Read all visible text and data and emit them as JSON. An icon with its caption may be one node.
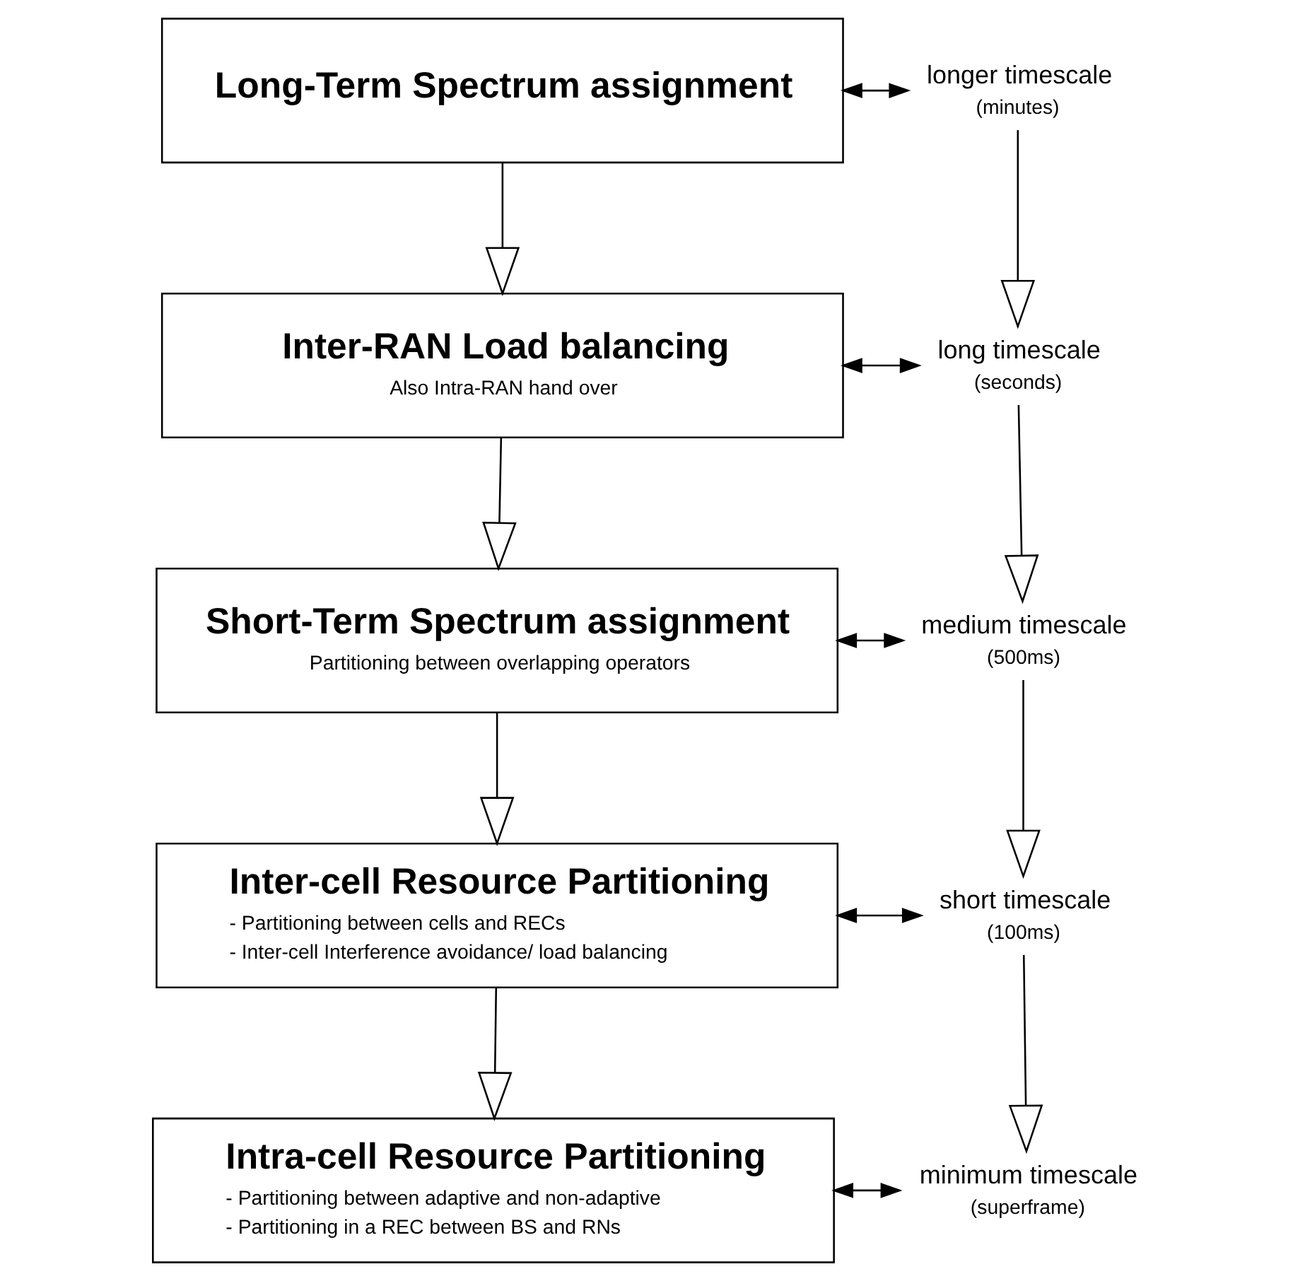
{
  "diagram": {
    "nodes": [
      {
        "text": [
          "Long-Term Spectrum assignment"
        ]
      },
      {
        "text": [
          "longer timescale",
          "(minutes)"
        ]
      },
      {
        "text": [
          "Inter-RAN Load balancing",
          "Also Intra-RAN hand over"
        ]
      },
      {
        "text": [
          "long timescale",
          "(seconds)"
        ]
      },
      {
        "text": [
          "Short-Term Spectrum assignment",
          "Partitioning between overlapping operators"
        ]
      },
      {
        "text": [
          "medium timescale",
          "(500ms)"
        ]
      },
      {
        "text": [
          "Inter-cell Resource Partitioning",
          "- Partitioning between cells and RECs",
          "- Inter-cell Interference avoidance/ load balancing"
        ]
      },
      {
        "text": [
          "short timescale",
          "(100ms)"
        ]
      },
      {
        "text": [
          "Intra-cell Resource Partitioning",
          "- Partitioning between adaptive and non-adaptive",
          "- Partitioning in a REC between BS and RNs"
        ]
      },
      {
        "text": [
          "minimum timescale",
          "(superframe)"
        ]
      }
    ],
    "edges": [
      {
        "from": 0,
        "to": 1,
        "arrow": "both"
      },
      {
        "from": 0,
        "to": 2,
        "arrow": "to"
      },
      {
        "from": 1,
        "to": 3,
        "arrow": "to"
      },
      {
        "from": 2,
        "to": 3,
        "arrow": "both"
      },
      {
        "from": 2,
        "to": 4,
        "arrow": "to"
      },
      {
        "from": 3,
        "to": 5,
        "arrow": "to"
      },
      {
        "from": 4,
        "to": 5,
        "arrow": "both"
      },
      {
        "from": 4,
        "to": 6,
        "arrow": "to"
      },
      {
        "from": 5,
        "to": 7,
        "arrow": "to"
      },
      {
        "from": 6,
        "to": 7,
        "arrow": "both"
      },
      {
        "from": 6,
        "to": 8,
        "arrow": "to"
      },
      {
        "from": 7,
        "to": 9,
        "arrow": "to"
      },
      {
        "from": 8,
        "to": 9,
        "arrow": "both"
      }
    ]
  }
}
